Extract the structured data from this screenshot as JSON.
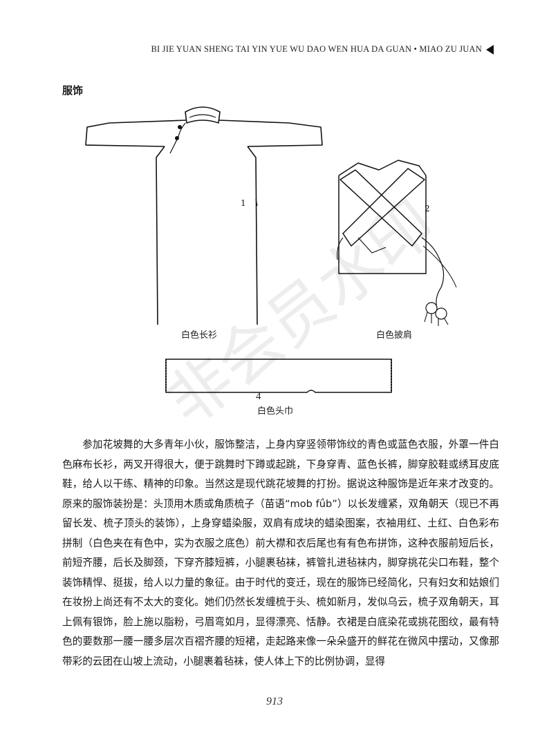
{
  "header": {
    "running_title": "BI JIE YUAN SHENG TAI YIN YUE WU DAO WEN HUA DA GUAN • MIAO ZU JUAN"
  },
  "section": {
    "title": "服饰"
  },
  "figures": {
    "fig1": {
      "caption": "白色长衫",
      "label": "1"
    },
    "fig2": {
      "caption": "白色披肩",
      "label": "2"
    },
    "fig4": {
      "caption": "白色头巾",
      "label": "4"
    }
  },
  "body": {
    "paragraph": "参加花坡舞的大多青年小伙，服饰整洁，上身内穿竖领带饰纹的青色或蓝色衣服，外罩一件白色麻布长衫，两叉开得很大，便于跳舞时下蹲或起跳，下身穿青、蓝色长裤，脚穿胶鞋或绣耳皮底鞋，给人以干练、精神的印象。当然这是现代跳花坡舞的打扮。据说这种服饰是近年来才改变的。原来的服饰装扮是：头顶用木质或角质梳子（苗语“mob fǘb”）以长发缠紧，双角朝天（现已不再留长发、梳子顶头的装饰），上身穿蜡染服，双肩有成块的蜡染图案，衣袖用红、土红、白色彩布拼制（白色夹在有色中，实为衣服之底色）前大襟和衣后尾也有有色布拼饰，这种衣服前短后长，前短齐腰，后长及脚颈，下穿齐膝短裤，小腿裹毡袜，裤管扎进毡袜内，脚穿挑花尖口布鞋，整个装饰精悍、挺拔，给人以力量的象征。由于时代的变迁，现在的服饰已经简化，只有妇女和姑娘们在妆扮上尚还有不太大的变化。她们仍然长发缠梳于头、梳如新月，发似乌云，梳子双角朝天，耳上佩有银饰，脸上施以脂粉，弓眉弯如月，显得漂亮、恬静。衣裙是白底染花或挑花图纹，最有特色的要数那一腰一腰多层次百褶齐腰的短裙，走起路来像一朵朵盛开的鲜花在微风中摆动，又像那带彩的云团在山坡上流动，小腿裹着毡袜，使人体上下的比例协调，显得"
  },
  "footer": {
    "page_number": "913"
  },
  "watermark": {
    "text": "非会员水印"
  }
}
